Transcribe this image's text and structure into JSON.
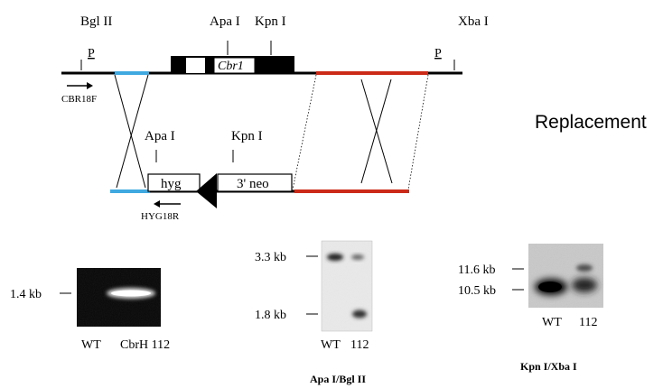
{
  "construct": {
    "sites": {
      "bgl2": "Bgl II",
      "apa1_top": "Apa I",
      "kpn1_top": "Kpn I",
      "xba1": "Xba I",
      "apa1_bottom": "Apa I",
      "kpn1_bottom": "Kpn I"
    },
    "probe_left": "P",
    "probe_right": "P",
    "gene": "Cbr1",
    "primer_forward": "CBR18F",
    "primer_reverse": "HYG18R",
    "cassette_hyg": "hyg",
    "cassette_neo": "3' neo",
    "event": "Replacement"
  },
  "pcr_gel": {
    "marker": "1.4 kb",
    "lane1": "WT",
    "lane2": "CbrH 112"
  },
  "blot_apa": {
    "marker_high": "3.3 kb",
    "marker_low": "1.8 kb",
    "lane1": "WT",
    "lane2": "112",
    "caption": "Apa I/Bgl II"
  },
  "blot_kpn": {
    "marker_high": "11.6 kb",
    "marker_low": "10.5 kb",
    "lane1": "WT",
    "lane2": "112",
    "caption": "Kpn I/Xba I"
  },
  "colors": {
    "left_arm": "#3fa9e0",
    "right_arm": "#cc2a18"
  }
}
